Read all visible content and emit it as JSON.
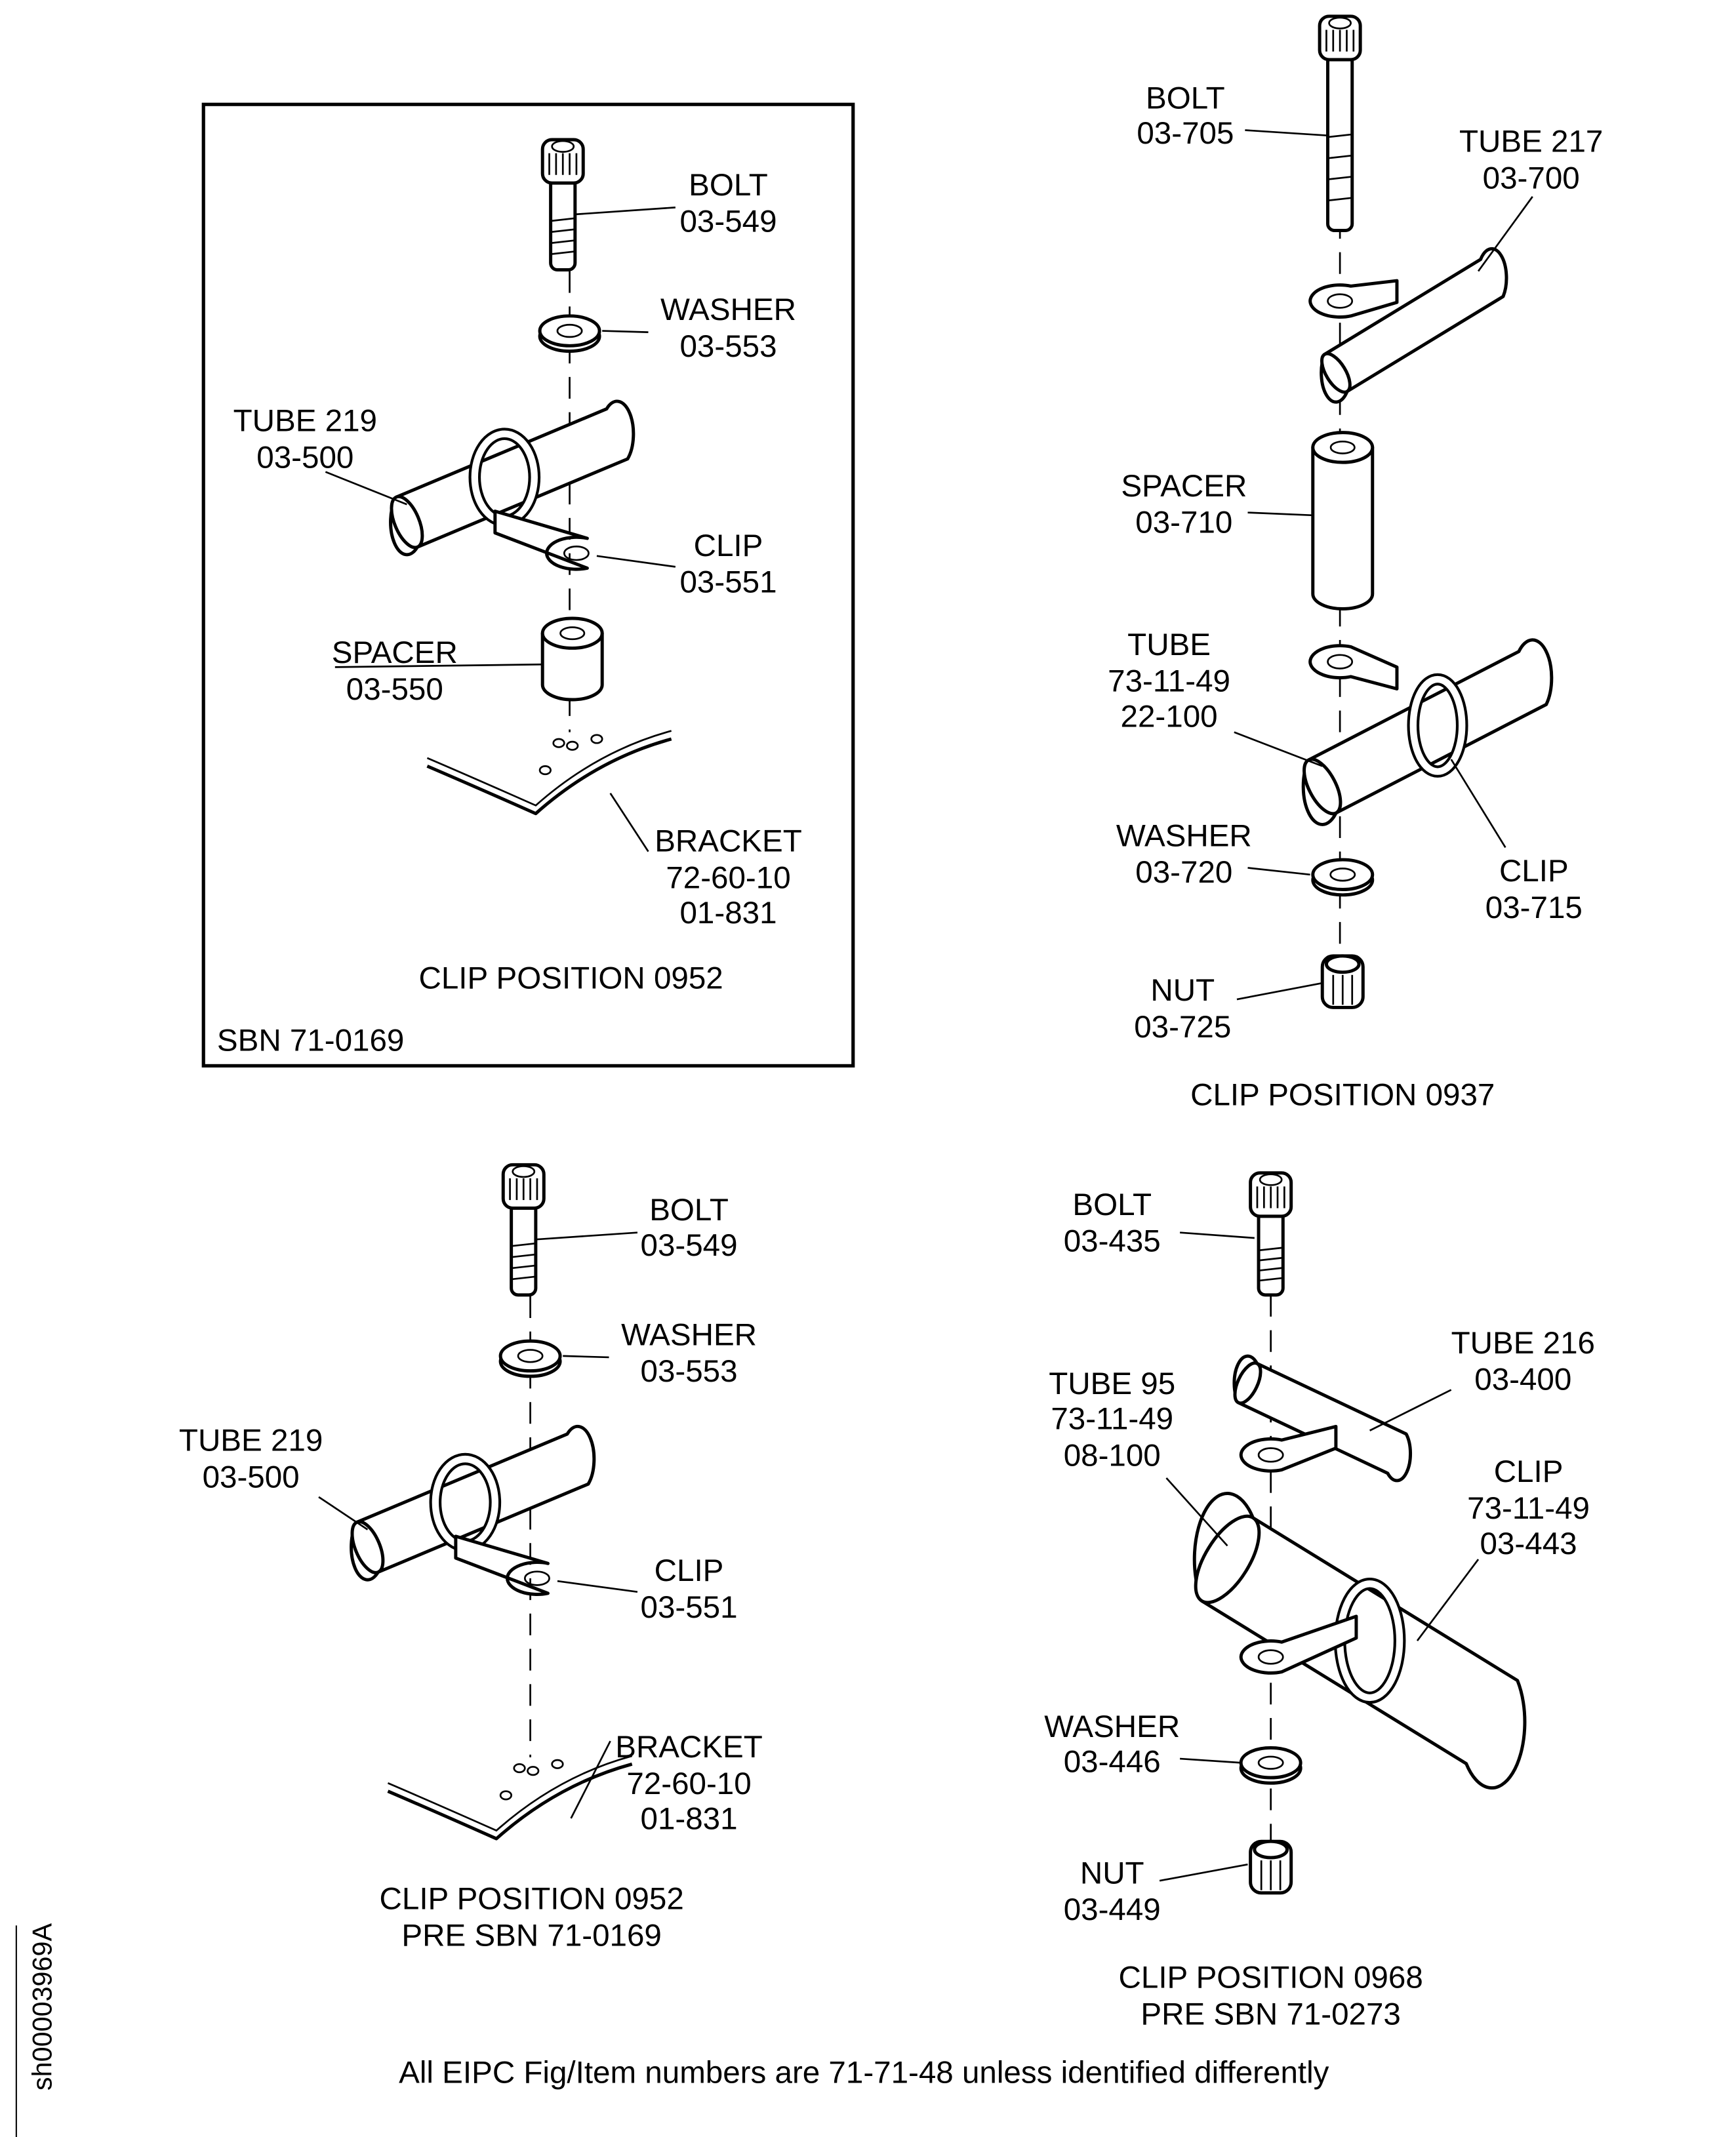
{
  "panels": [
    {
      "id": "clip-position-0952",
      "boxed": true,
      "note": "SBN 71-0169",
      "caption": [
        "CLIP POSITION 0952"
      ],
      "labels": [
        {
          "part": "bolt",
          "lines": [
            "BOLT",
            "03-549"
          ]
        },
        {
          "part": "washer",
          "lines": [
            "WASHER",
            "03-553"
          ]
        },
        {
          "part": "tube",
          "lines": [
            "TUBE 219",
            "03-500"
          ]
        },
        {
          "part": "clip",
          "lines": [
            "CLIP",
            "03-551"
          ]
        },
        {
          "part": "spacer",
          "lines": [
            "SPACER",
            "03-550"
          ]
        },
        {
          "part": "bracket",
          "lines": [
            "BRACKET",
            "72-60-10",
            "01-831"
          ]
        }
      ]
    },
    {
      "id": "clip-position-0937",
      "boxed": false,
      "caption": [
        "CLIP POSITION 0937"
      ],
      "labels": [
        {
          "part": "bolt",
          "lines": [
            "BOLT",
            "03-705"
          ]
        },
        {
          "part": "tube",
          "lines": [
            "TUBE 217",
            "03-700"
          ]
        },
        {
          "part": "spacer",
          "lines": [
            "SPACER",
            "03-710"
          ]
        },
        {
          "part": "tube",
          "lines": [
            "TUBE",
            "73-11-49",
            "22-100"
          ]
        },
        {
          "part": "washer",
          "lines": [
            "WASHER",
            "03-720"
          ]
        },
        {
          "part": "clip",
          "lines": [
            "CLIP",
            "03-715"
          ]
        },
        {
          "part": "nut",
          "lines": [
            "NUT",
            "03-725"
          ]
        }
      ]
    },
    {
      "id": "clip-position-0952-pre-sbn",
      "boxed": false,
      "caption": [
        "CLIP POSITION 0952",
        "PRE SBN 71-0169"
      ],
      "labels": [
        {
          "part": "bolt",
          "lines": [
            "BOLT",
            "03-549"
          ]
        },
        {
          "part": "washer",
          "lines": [
            "WASHER",
            "03-553"
          ]
        },
        {
          "part": "tube",
          "lines": [
            "TUBE 219",
            "03-500"
          ]
        },
        {
          "part": "clip",
          "lines": [
            "CLIP",
            "03-551"
          ]
        },
        {
          "part": "bracket",
          "lines": [
            "BRACKET",
            "72-60-10",
            "01-831"
          ]
        }
      ]
    },
    {
      "id": "clip-position-0968",
      "boxed": false,
      "caption": [
        "CLIP POSITION 0968",
        "PRE SBN 71-0273"
      ],
      "labels": [
        {
          "part": "bolt",
          "lines": [
            "BOLT",
            "03-435"
          ]
        },
        {
          "part": "tube",
          "lines": [
            "TUBE 216",
            "03-400"
          ]
        },
        {
          "part": "tube",
          "lines": [
            "TUBE 95",
            "73-11-49",
            "08-100"
          ]
        },
        {
          "part": "clip",
          "lines": [
            "CLIP",
            "73-11-49",
            "03-443"
          ]
        },
        {
          "part": "washer",
          "lines": [
            "WASHER",
            "03-446"
          ]
        },
        {
          "part": "nut",
          "lines": [
            "NUT",
            "03-449"
          ]
        }
      ]
    }
  ],
  "footer": "All EIPC Fig/Item numbers are 71-71-48 unless identified differently",
  "sheet_id": "sh00003969A"
}
